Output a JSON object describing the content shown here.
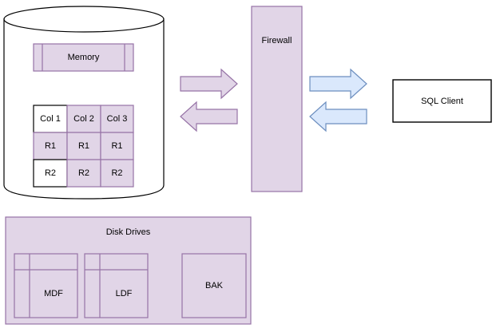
{
  "diagram": {
    "title": "SQL Server architecture diagram",
    "background": "#ffffff"
  },
  "colors": {
    "purple_fill": "#e1d5e7",
    "purple_stroke": "#9673a6",
    "blue_fill": "#dae8fc",
    "blue_stroke": "#6c8ebf",
    "white_fill": "#ffffff",
    "black_stroke": "#000000",
    "cylinder_stroke": "#000000",
    "text": "#000000"
  },
  "server": {
    "name": "database-cylinder",
    "memory": {
      "label": "Memory"
    },
    "table": {
      "headers": [
        "Col 1",
        "Col 2",
        "Col 3"
      ],
      "rows": [
        [
          "R1",
          "R1",
          "R1"
        ],
        [
          "R2",
          "R2",
          "R2"
        ]
      ],
      "white_cells": [
        "Col 1",
        "R2"
      ]
    }
  },
  "firewall": {
    "label": "Firewall"
  },
  "client": {
    "label": "SQL Client"
  },
  "arrows": {
    "left_pair": {
      "name": "purple-exchange-arrows",
      "top_direction": "right",
      "bottom_direction": "left",
      "color": "#e1d5e7"
    },
    "right_pair": {
      "name": "blue-exchange-arrows",
      "top_direction": "right",
      "bottom_direction": "left",
      "color": "#dae8fc"
    }
  },
  "disk_drives": {
    "label": "Disk Drives",
    "files": [
      {
        "label": "MDF",
        "shape": "table"
      },
      {
        "label": "LDF",
        "shape": "table"
      },
      {
        "label": "BAK",
        "shape": "rectangle"
      }
    ]
  }
}
